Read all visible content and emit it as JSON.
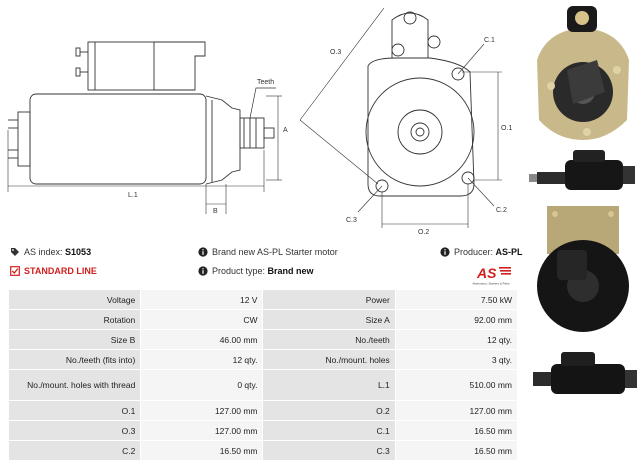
{
  "drawing": {
    "label_teeth": "Teeth",
    "label_a": "A",
    "label_b": "B",
    "label_l1": "L.1",
    "label_o3": "O.3",
    "label_c1": "C.1",
    "label_o1": "O.1",
    "label_c3": "C.3",
    "label_o2": "O.2",
    "label_c2": "C.2"
  },
  "info": {
    "as_index_label": "AS index:",
    "as_index_value": "S1053",
    "standard_line": "STANDARD LINE",
    "brand_new_text": "Brand new AS-PL Starter motor",
    "product_type_label": "Product type:",
    "product_type_value": "Brand new",
    "producer_label": "Producer:",
    "producer_value": "AS-PL"
  },
  "logo": {
    "mark": "AS",
    "tagline": "Alternators, Starters & Parts"
  },
  "specs": [
    {
      "l1": "Voltage",
      "v1": "12 V",
      "l2": "Power",
      "v2": "7.50 kW"
    },
    {
      "l1": "Rotation",
      "v1": "CW",
      "l2": "Size A",
      "v2": "92.00 mm"
    },
    {
      "l1": "Size B",
      "v1": "46.00 mm",
      "l2": "No./teeth",
      "v2": "12 qty."
    },
    {
      "l1": "No./teeth (fits into)",
      "v1": "12 qty.",
      "l2": "No./mount. holes",
      "v2": "3 qty."
    },
    {
      "l1": "No./mount. holes with thread",
      "v1": "0 qty.",
      "l2": "L.1",
      "v2": "510.00 mm"
    },
    {
      "l1": "O.1",
      "v1": "127.00 mm",
      "l2": "O.2",
      "v2": "127.00 mm"
    },
    {
      "l1": "O.3",
      "v1": "127.00 mm",
      "l2": "C.1",
      "v2": "16.50 mm"
    },
    {
      "l1": "C.2",
      "v1": "16.50 mm",
      "l2": "C.3",
      "v2": "16.50 mm"
    }
  ],
  "colors": {
    "accent_red": "#d0201e",
    "label_cell": "#e4e4e4",
    "value_cell": "#f5f5f5"
  }
}
